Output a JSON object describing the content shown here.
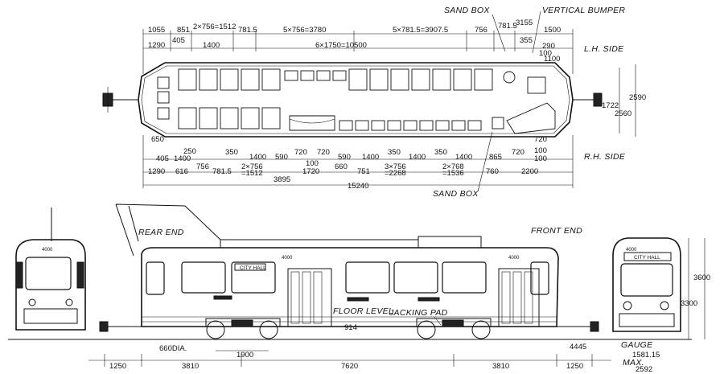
{
  "labels": {
    "sand_box_top": "SAND BOX",
    "vertical_bumper": "VERTICAL BUMPER",
    "lh_side": "L.H. SIDE",
    "rh_side": "R.H. SIDE",
    "sand_box_bottom": "SAND BOX",
    "rear_end": "REAR END",
    "front_end": "FRONT END",
    "floor_level": "FLOOR LEVEL",
    "jacking_pad": "JACKING PAD",
    "city_hall_side": "CITY HALL",
    "city_hall_front": "CITY HALL",
    "car_no_side_a": "4000",
    "car_no_side_b": "4000",
    "car_no_rear": "4000",
    "car_no_front": "4000",
    "gauge": "GAUGE",
    "max": "MAX."
  },
  "top_dims_row1": [
    "1055",
    "851",
    "2×756=1512",
    "781.5",
    "5×756=3780",
    "5×781.5=3907.5",
    "756",
    "781.5",
    "3155",
    "1500"
  ],
  "top_dims_row1b": [
    "405",
    "355",
    "290",
    "100"
  ],
  "top_dims_row2": [
    "1290",
    "1400",
    "6×1750=10500",
    "1100"
  ],
  "right_dims": [
    "2590",
    "1722",
    "2560"
  ],
  "bottom_dims_row1": [
    "650",
    "250",
    "405",
    "1400",
    "350",
    "1400",
    "590",
    "720",
    "720",
    "590",
    "1400",
    "350",
    "1400",
    "350",
    "1400",
    "865",
    "720",
    "720",
    "100",
    "100"
  ],
  "bottom_dims_row2": [
    "1290",
    "616",
    "756",
    "781.5",
    "2×756",
    "=1512",
    "100",
    "1720",
    "660",
    "751",
    "3×756",
    "=2268",
    "2×768",
    "=1536",
    "760",
    "2200"
  ],
  "bottom_dims_row3": [
    "3895",
    "15240"
  ],
  "side_dims": [
    "660DIA.",
    "1900",
    "914",
    "1250",
    "3810",
    "7620",
    "3810",
    "1250",
    "4445"
  ],
  "end_dims": [
    "1581.15",
    "2592",
    "3600",
    "3300"
  ]
}
